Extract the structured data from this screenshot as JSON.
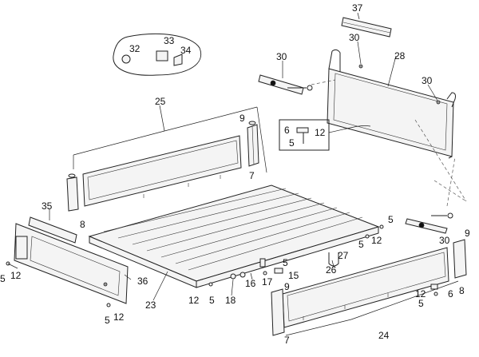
{
  "diagram": {
    "labels": {
      "l37": "37",
      "l30a": "30",
      "l28": "28",
      "l30b": "30",
      "l32": "32",
      "l33": "33",
      "l34": "34",
      "l30c": "30",
      "l25": "25",
      "l9a": "9",
      "l6a": "6",
      "l12a": "12",
      "l5a": "5",
      "l7a": "7",
      "l8a": "8",
      "l35": "35",
      "l5b": "5",
      "l12b": "12",
      "l36": "36",
      "l23": "23",
      "l12c": "12",
      "l5c": "5",
      "l18": "18",
      "l16": "16",
      "l17": "17",
      "l5d": "5",
      "l15": "15",
      "l26": "26",
      "l27": "27",
      "l5e": "5",
      "l5f": "5",
      "l12d": "12",
      "l30d": "30",
      "l9b": "9",
      "l8b": "8",
      "l12e": "12",
      "l5g": "5",
      "l6b": "6",
      "l9c": "9",
      "l7b": "7",
      "l24": "24",
      "l5h": "5",
      "l12f": "12"
    }
  }
}
